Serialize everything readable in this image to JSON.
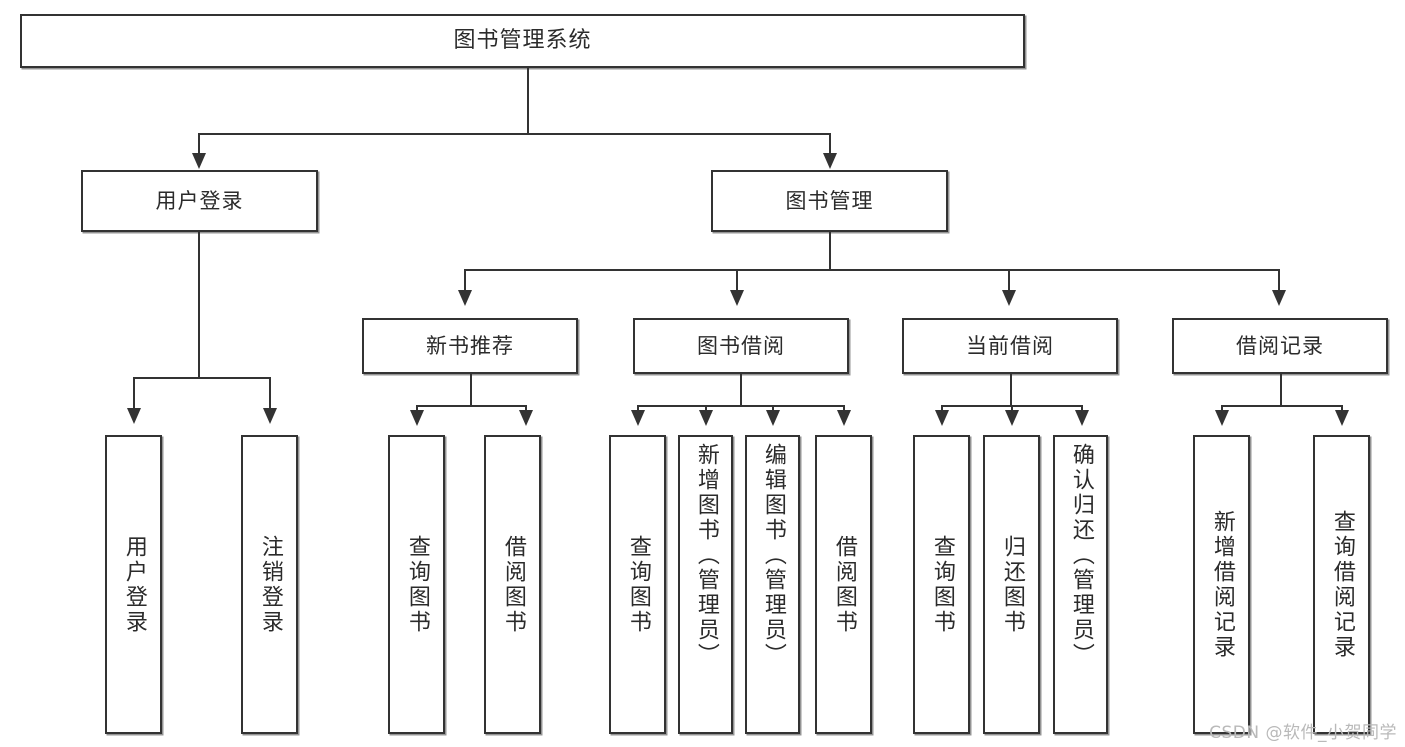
{
  "diagram": {
    "type": "tree-hierarchy",
    "title": "图书管理系统",
    "orientation": "top-down",
    "colors": {
      "box_border": "#333333",
      "box_fill": "#ffffff",
      "text": "#2b2b2b",
      "connector": "#333333",
      "watermark": "#b9b9b9",
      "background": "#ffffff"
    },
    "levels": {
      "root": "图书管理系统",
      "level2": [
        "用户登录",
        "图书管理"
      ],
      "level3": [
        "新书推荐",
        "图书借阅",
        "当前借阅",
        "借阅记录"
      ]
    }
  },
  "root": {
    "label": "图书管理系统"
  },
  "level2": [
    {
      "label": "用户登录"
    },
    {
      "label": "图书管理"
    }
  ],
  "level3": [
    {
      "label": "新书推荐"
    },
    {
      "label": "图书借阅"
    },
    {
      "label": "当前借阅"
    },
    {
      "label": "借阅记录"
    }
  ],
  "leaves": {
    "user_login": [
      {
        "label": "用户登录"
      },
      {
        "label": "注销登录"
      }
    ],
    "new_book": [
      {
        "label": "查询图书"
      },
      {
        "label": "借阅图书"
      }
    ],
    "book_borrow": [
      {
        "label": "查询图书"
      },
      {
        "label": "新增图书（管理员）"
      },
      {
        "label": "编辑图书（管理员）"
      },
      {
        "label": "借阅图书"
      }
    ],
    "current_borrow": [
      {
        "label": "查询图书"
      },
      {
        "label": "归还图书"
      },
      {
        "label": "确认归还（管理员）"
      }
    ],
    "borrow_record": [
      {
        "label": "新增借阅记录"
      },
      {
        "label": "查询借阅记录"
      }
    ]
  },
  "watermark": {
    "text": "CSDN @软件_小贺同学"
  }
}
